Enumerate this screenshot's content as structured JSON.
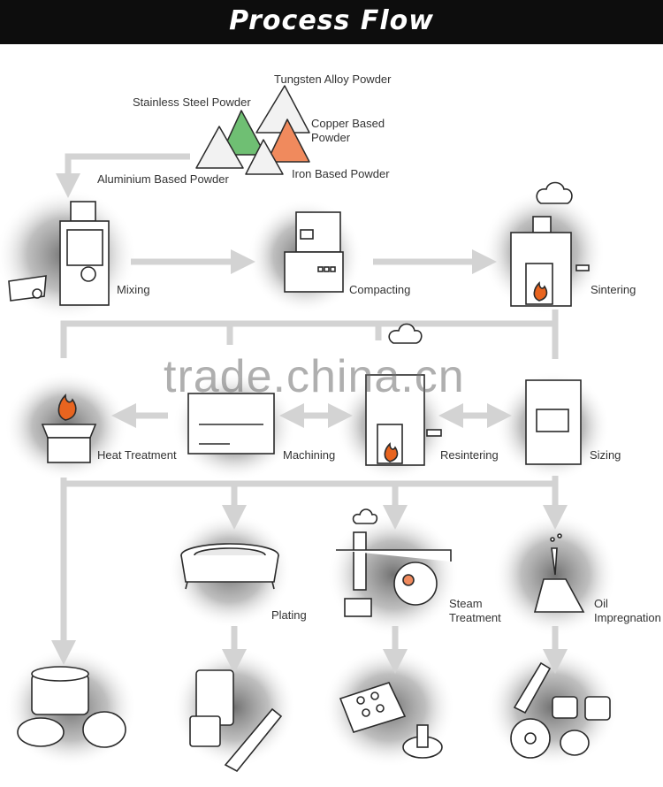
{
  "header": {
    "title": "Process Flow"
  },
  "powders": {
    "tungsten": "Tungsten Alloy Powder",
    "stainless": "Stainless Steel Powder",
    "copper_line1": "Copper Based",
    "copper_line2": "Powder",
    "aluminium": "Aluminium Based  Powder",
    "iron": "Iron Based Powder"
  },
  "steps": {
    "mixing": "Mixing",
    "compacting": "Compacting",
    "sintering": "Sintering",
    "heat_treatment": "Heat Treatment",
    "machining": "Machining",
    "resintering": "Resintering",
    "sizing": "Sizing",
    "plating": "Plating",
    "steam_line1": "Steam",
    "steam_line2": "Treatment",
    "oil_line1": "Oil",
    "oil_line2": "Impregnation"
  },
  "watermark": "trade.china.cn",
  "colors": {
    "header_bg": "#0d0d0d",
    "arrow": "#d3d3d3",
    "outline": "#2a2a2a",
    "flame": "#e8641f",
    "powder_green": "#6fbf73",
    "powder_orange": "#f08a5d",
    "powder_white": "#f2f2f2"
  }
}
